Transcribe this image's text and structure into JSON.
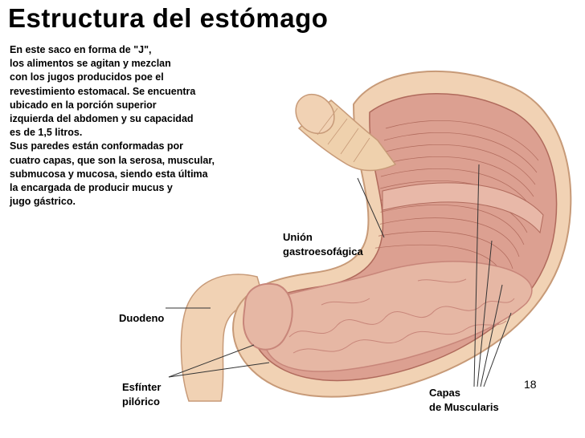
{
  "slide": {
    "title": "Estructura del estómago",
    "description": [
      "En este saco en forma de \"J\",",
      "los alimentos se agitan y mezclan",
      "con los jugos producidos poe el",
      "revestimiento estomacal. Se encuentra",
      "ubicado en la porción superior",
      "izquierda del abdomen y su capacidad",
      "es de 1,5 litros.",
      "Sus paredes están conformadas por",
      "cuatro capas, que son la serosa, muscular,",
      "submucosa y mucosa, siendo esta última",
      "la encargada de producir mucus y",
      "jugo gástrico."
    ],
    "page_number": "18"
  },
  "labels": {
    "union": [
      "Unión",
      "gastroesofágica"
    ],
    "duodeno": [
      "Duodeno"
    ],
    "esfinter": [
      "Esfínter",
      "pilórico"
    ],
    "capas": [
      "Capas",
      "de Muscularis"
    ]
  },
  "colors": {
    "outer_wall": "#f1d2b4",
    "outer_edge": "#c79a78",
    "muscle": "#dca091",
    "muscle_dark": "#b06a5c",
    "band": "#e8b8a8",
    "mucosa": "#e6b7a4",
    "mucosa_dark": "#c8867a",
    "esophagus": "#efd1ad",
    "leader": "#333333"
  }
}
